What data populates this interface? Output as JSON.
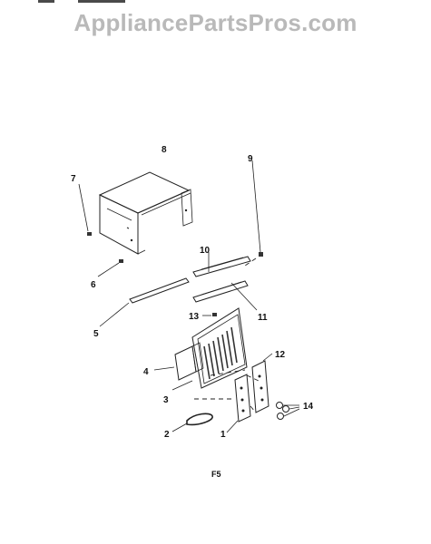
{
  "watermark": "AppliancePartsPros.com",
  "page_code": "F5",
  "callouts": [
    "1",
    "2",
    "3",
    "4",
    "5",
    "6",
    "7",
    "8",
    "9",
    "10",
    "11",
    "12",
    "13",
    "14"
  ]
}
